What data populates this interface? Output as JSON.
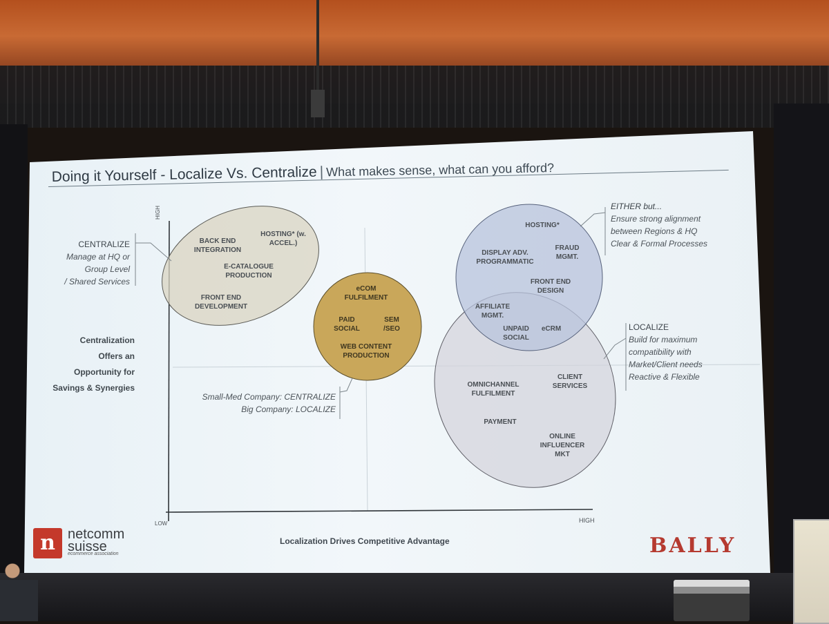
{
  "slide": {
    "title": "Doing it Yourself - Localize Vs. Centralize",
    "separator": "|",
    "subtitle": "What makes sense, what can you afford?",
    "y_axis_high": "HIGH",
    "x_axis_low": "LOW",
    "x_axis_high": "HIGH",
    "x_axis_label": "Localization Drives Competitive Advantage",
    "y_axis_label_lines": [
      "Centralization",
      "Offers an",
      "Opportunity for",
      "Savings & Synergies"
    ]
  },
  "centralize_note": {
    "heading": "CENTRALIZE",
    "lines": [
      "Manage at HQ or",
      "Group Level",
      "/ Shared Services"
    ]
  },
  "either_note": {
    "heading": "EITHER but...",
    "lines": [
      "Ensure strong alignment",
      "between Regions & HQ",
      "Clear & Formal Processes"
    ]
  },
  "localize_note": {
    "heading": "LOCALIZE",
    "lines": [
      "Build for maximum",
      "compatibility with",
      "Market/Client needs",
      "Reactive & Flexible"
    ]
  },
  "company_note": {
    "lines": [
      "Small-Med Company: CENTRALIZE",
      "Big Company: LOCALIZE"
    ]
  },
  "clusters": {
    "centralize": [
      "BACK END INTEGRATION",
      "HOSTING* (w. ACCEL.)",
      "E-CATALOGUE PRODUCTION",
      "FRONT END DEVELOPMENT"
    ],
    "middle": [
      "eCOM FULFILMENT",
      "PAID SOCIAL",
      "SEM /SEO",
      "WEB CONTENT PRODUCTION"
    ],
    "either": [
      "HOSTING*",
      "DISPLAY ADV. PROGRAMMATIC",
      "FRAUD MGMT.",
      "FRONT END DESIGN"
    ],
    "overlap": [
      "AFFILIATE MGMT.",
      "UNPAID SOCIAL",
      "eCRM"
    ],
    "localize": [
      "OMNICHANNEL FULFILMENT",
      "CLIENT SERVICES",
      "PAYMENT",
      "ONLINE INFLUENCER MKT"
    ]
  },
  "logos": {
    "netcomm_mark": "n",
    "netcomm_name_1": "netcomm",
    "netcomm_name_2": "suisse",
    "netcomm_tag": "ecommerce association",
    "bally": "BALLY"
  },
  "colors": {
    "slide_bg": "#eef4f8",
    "centralize_ellipse": "#d9d4c2",
    "middle_circle": "#c9a75a",
    "either_ellipse": "#b8c3dc",
    "localize_ellipse": "#d3d3db",
    "logo_red": "#c4392b"
  }
}
